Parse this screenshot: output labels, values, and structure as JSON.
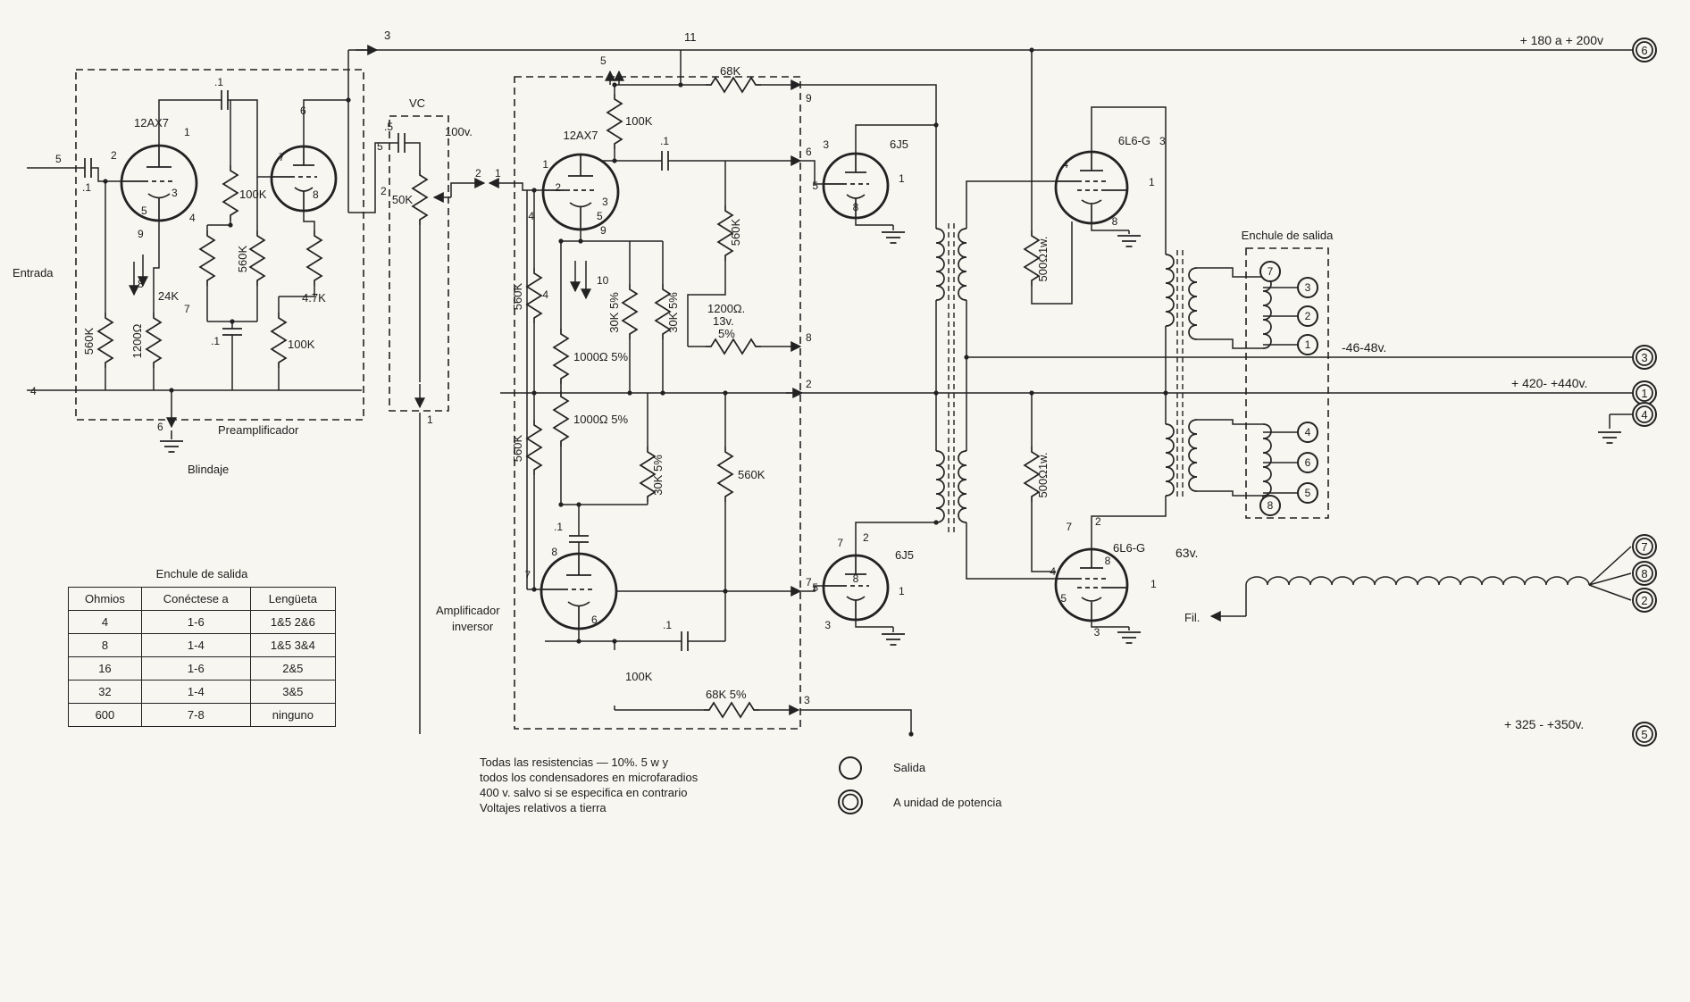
{
  "digits": {
    "d1": "1",
    "d2": "2",
    "d3": "3",
    "d4": "4",
    "d5": "5",
    "d6": "6",
    "d7": "7",
    "d8": "8",
    "d9": "9",
    "d10": "10",
    "d11": "11"
  },
  "sections": {
    "entrada": "Entrada",
    "preamplificador": "Preamplificador",
    "blindaje": "Blindaje",
    "vc": "VC",
    "amplificador": "Amplificador",
    "inversor": "inversor",
    "enchufe_salida": "Enchule de salida",
    "fil": "Fil.",
    "salida": "Salida",
    "a_unidad": "A unidad de potencia"
  },
  "tubes": {
    "t12ax7": "12AX7",
    "t6j5": "6J5",
    "t6l6g": "6L6-G"
  },
  "components": {
    "c01": ".1",
    "c05": ".5",
    "v100": "100v.",
    "r100k": "100K",
    "r24k": "24K",
    "r560k": "560K",
    "r47k": "4.7K",
    "r1200": "1200Ω",
    "r50k": "50K",
    "r68k": "68K",
    "r68k5": "68K 5%",
    "r30k5": "30K 5%",
    "r1000_5": "1000Ω 5%",
    "r1200_13_1": "1200Ω.",
    "r1200_13_2": "13v.",
    "r1200_13_3": "5%",
    "r500w": "500Ω1w."
  },
  "voltages": {
    "v180": "+ 180 a + 200v",
    "v46": "-46-48v.",
    "v420": "+ 420- +440v.",
    "v325": "+ 325 - +350v.",
    "v63": "63v."
  },
  "table": {
    "title": "Enchule de salida",
    "headers": [
      "Ohmios",
      "Conéctese a",
      "Lengüeta"
    ],
    "rows": [
      [
        "4",
        "1-6",
        "1&5 2&6"
      ],
      [
        "8",
        "1-4",
        "1&5 3&4"
      ],
      [
        "16",
        "1-6",
        "2&5"
      ],
      [
        "32",
        "1-4",
        "3&5"
      ],
      [
        "600",
        "7-8",
        "ninguno"
      ]
    ]
  },
  "notes": [
    "Todas las resistencias — 10%. 5 w y",
    "todos los condensadores en microfaradios",
    "400 v. salvo si se especifica en contrario",
    "Voltajes relativos a tierra"
  ]
}
